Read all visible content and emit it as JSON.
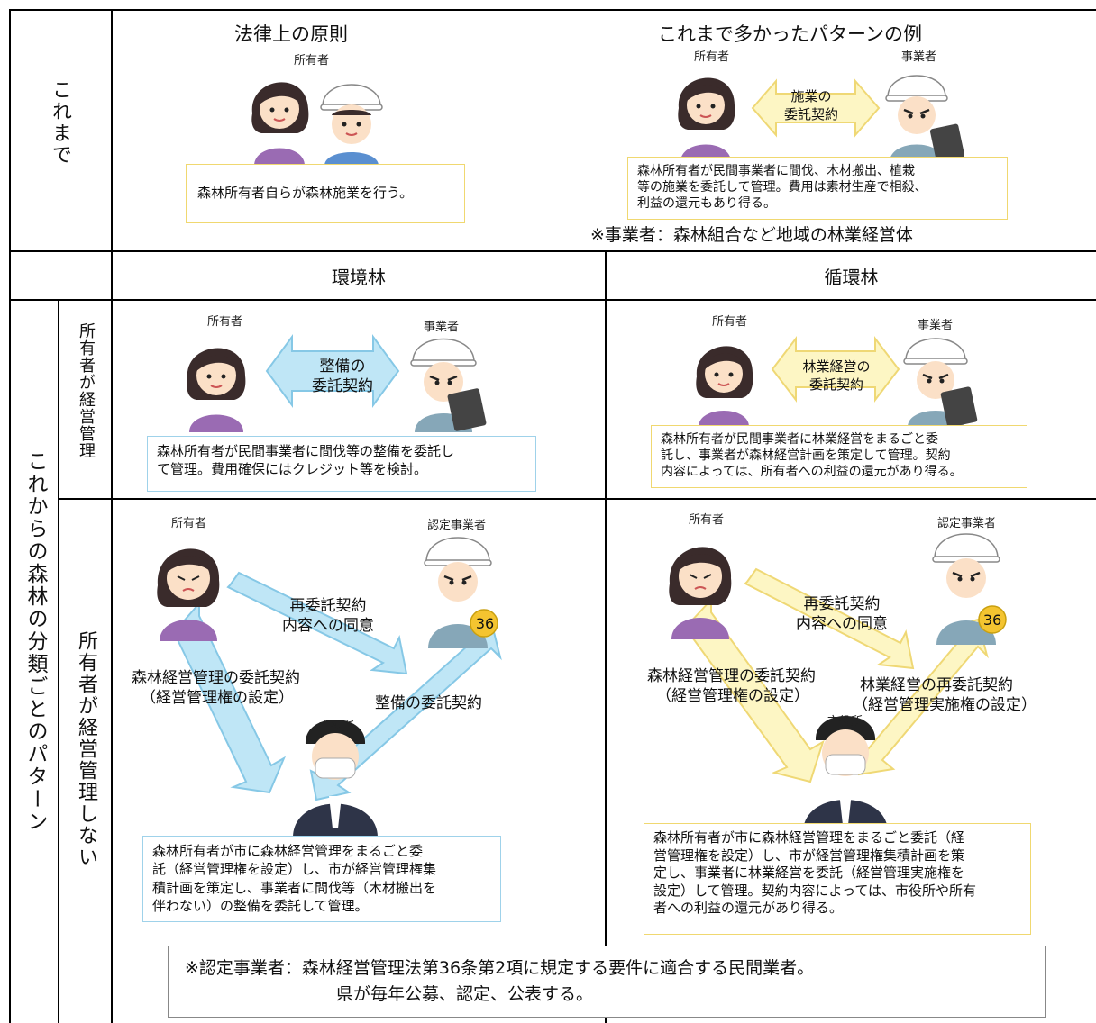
{
  "row_labels": {
    "past": "これまで",
    "future": "これからの森林の分類ごとのパターン",
    "owner_manage": "所有者が経営管理",
    "owner_not_manage": "所有者が経営管理しない"
  },
  "top": {
    "left_title": "法律上の原則",
    "left_owner": "所有者",
    "left_box": "森林所有者自らが森林施業を行う。",
    "right_title": "これまで多かったパターンの例",
    "right_owner": "所有者",
    "right_operator": "事業者",
    "right_arrow_line1": "施業の",
    "right_arrow_line2": "委託契約",
    "right_box_line1": "森林所有者が民間事業者に間伐、木材搬出、植栽",
    "right_box_line2": "等の施業を委託して管理。費用は素材生産で相殺、",
    "right_box_line3": "利益の還元もあり得る。",
    "note": "※事業者：森林組合など地域の林業経営体"
  },
  "columns": {
    "env": "環境林",
    "cycle": "循環林"
  },
  "env_manage": {
    "owner": "所有者",
    "operator": "事業者",
    "arrow_line1": "整備の",
    "arrow_line2": "委託契約",
    "box_line1": "森林所有者が民間事業者に間伐等の整備を委託し",
    "box_line2": "て管理。費用確保にはクレジット等を検討。"
  },
  "cycle_manage": {
    "owner": "所有者",
    "operator": "事業者",
    "arrow_line1": "林業経営の",
    "arrow_line2": "委託契約",
    "box_line1": "森林所有者が民間事業者に林業経営をまるごと委",
    "box_line2": "託し、事業者が森林経営計画を策定して管理。契約",
    "box_line3": "内容によっては、所有者への利益の還元があり得る。"
  },
  "env_not": {
    "owner": "所有者",
    "operator": "認定事業者",
    "badge": "36",
    "recontract_line1": "再委託契約",
    "recontract_line2": "内容への同意",
    "mgmt_line1": "森林経営管理の委託契約",
    "mgmt_line2": "（経営管理権の設定）",
    "maint": "整備の委託契約",
    "city": "市役所",
    "box_line1": "森林所有者が市に森林経営管理をまるごと委",
    "box_line2": "託（経営管理権を設定）し、市が経営管理権集",
    "box_line3": "積計画を策定し、事業者に間伐等（木材搬出を",
    "box_line4": "伴わない）の整備を委託して管理。"
  },
  "cycle_not": {
    "owner": "所有者",
    "operator": "認定事業者",
    "badge": "36",
    "recontract_line1": "再委託契約",
    "recontract_line2": "内容への同意",
    "mgmt_line1": "森林経営管理の委託契約",
    "mgmt_line2": "（経営管理権の設定）",
    "re_line1": "林業経営の再委託契約",
    "re_line2": "（経営管理実施権の設定）",
    "city": "市役所",
    "box_line1": "森林所有者が市に森林経営管理をまるごと委託（経",
    "box_line2": "営管理権を設定）し、市が経営管理権集積計画を策",
    "box_line3": "定し、事業者に林業経営を委託（経営管理実施権を",
    "box_line4": "設定）して管理。契約内容によっては、市役所や所有",
    "box_line5": "者への利益の還元があり得る。"
  },
  "bottom_note": {
    "line1": "※認定事業者：森林経営管理法第36条第2項に規定する要件に適合する民間業者。",
    "line2": "県が毎年公募、認定、公表する。"
  },
  "colors": {
    "blue_arrow": "#bfe6f6",
    "blue_stroke": "#86c8e6",
    "yellow_arrow": "#fdf6c4",
    "yellow_stroke": "#efd875",
    "box_border_yellow": "#f0d870",
    "box_border_blue": "#9fd2ea"
  }
}
